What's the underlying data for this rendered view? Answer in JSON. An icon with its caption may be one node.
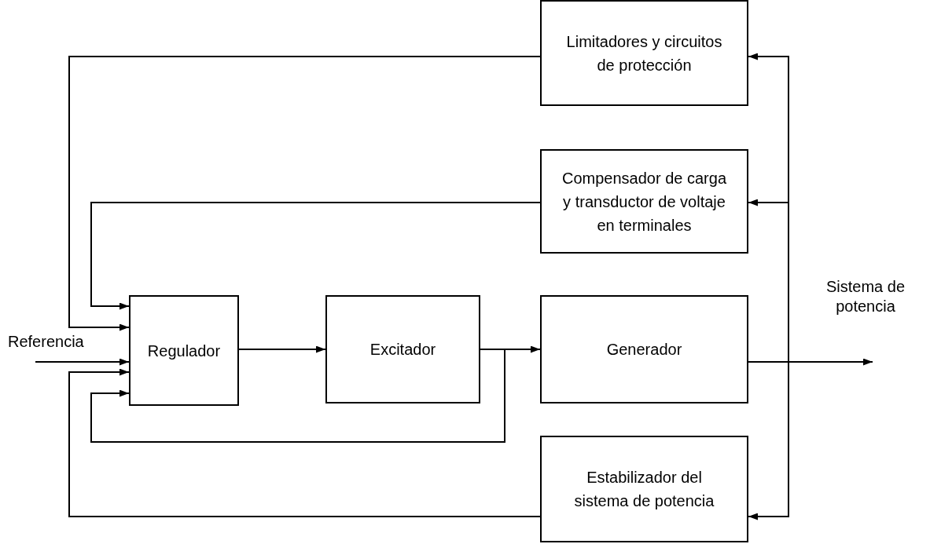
{
  "diagram": {
    "nodes": [
      {
        "text": [
          "Limitadores y circuitos de protección"
        ]
      },
      {
        "text": [
          "Compensador de carga y transductor de voltaje en terminales"
        ]
      },
      {
        "text": [
          "Regulador"
        ]
      },
      {
        "text": [
          "Excitador"
        ]
      },
      {
        "text": [
          "Generador"
        ]
      },
      {
        "text": [
          "Estabilizador del sistema de potencia"
        ]
      }
    ],
    "edges": [
      {
        "from": 4,
        "to": 0,
        "arrow": "to"
      },
      {
        "from": 4,
        "to": 1,
        "arrow": "to"
      },
      {
        "from": 4,
        "to": 5,
        "arrow": "to"
      },
      {
        "from": 0,
        "to": 2,
        "arrow": "to"
      },
      {
        "from": 1,
        "to": 2,
        "arrow": "to"
      },
      {
        "from": 5,
        "to": 2,
        "arrow": "to"
      },
      {
        "from": 2,
        "to": 3,
        "arrow": "to"
      },
      {
        "from": 3,
        "to": 4,
        "arrow": "to"
      },
      {
        "from": 3,
        "to": 2,
        "arrow": "to"
      },
      {
        "from": null,
        "to": 2,
        "arrow": "to"
      },
      {
        "from": 4,
        "to": null,
        "arrow": "to"
      }
    ],
    "labels": [
      "Referencia",
      "Sistema de potencia"
    ]
  }
}
